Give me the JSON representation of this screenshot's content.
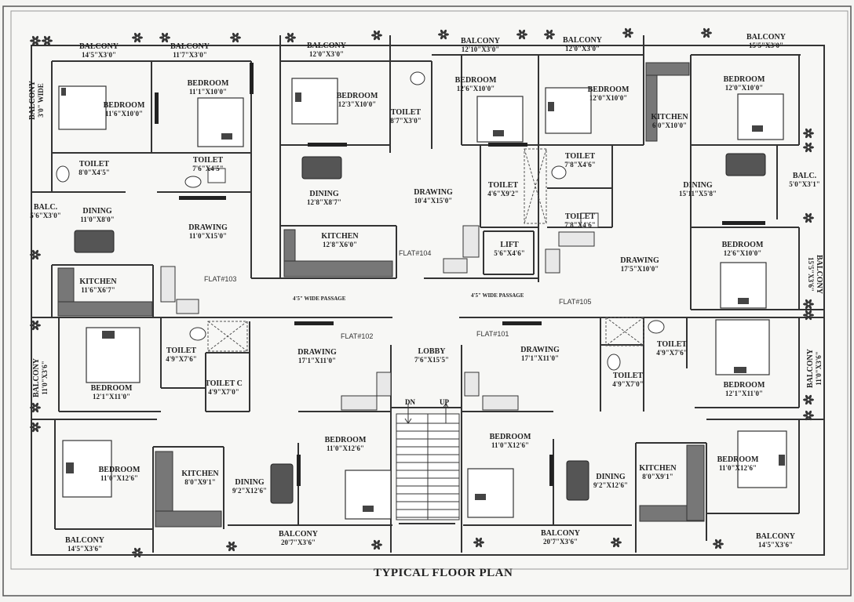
{
  "title": "TYPICAL FLOOR PLAN",
  "flats": [
    "FLAT#103",
    "FLAT#104",
    "FLAT#105",
    "FLAT#102",
    "FLAT#101"
  ],
  "passages": [
    "4'5\" WIDE PASSAGE",
    "4'5\" WIDE PASSAGE"
  ],
  "stairs": {
    "down": "DN",
    "up": "UP"
  },
  "rooms": [
    {
      "name": "BALCONY",
      "dim": "14'5\"X3'0\""
    },
    {
      "name": "BALCONY",
      "dim": "11'7\"X3'0\""
    },
    {
      "name": "BALCONY",
      "dim": "3'0\" WIDE"
    },
    {
      "name": "BEDROOM",
      "dim": "11'6\"X10'0\""
    },
    {
      "name": "BEDROOM",
      "dim": "11'1\"X10'0\""
    },
    {
      "name": "TOILET",
      "dim": "8'0\"X4'5\""
    },
    {
      "name": "TOILET",
      "dim": "7'6\"X4'5\""
    },
    {
      "name": "BALC.",
      "dim": "5'6\"X3'0\""
    },
    {
      "name": "DINING",
      "dim": "11'0\"X8'0\""
    },
    {
      "name": "DRAWING",
      "dim": "11'0\"X15'0\""
    },
    {
      "name": "KITCHEN",
      "dim": "11'6\"X6'7\""
    },
    {
      "name": "BALCONY",
      "dim": "12'0\"X3'0\""
    },
    {
      "name": "BEDROOM",
      "dim": "12'3\"X10'0\""
    },
    {
      "name": "DINING",
      "dim": "12'8\"X8'7\""
    },
    {
      "name": "KITCHEN",
      "dim": "12'8\"X6'0\""
    },
    {
      "name": "TOILET",
      "dim": "8'7\"X3'0\""
    },
    {
      "name": "BALCONY",
      "dim": "12'10\"X3'0\""
    },
    {
      "name": "BEDROOM",
      "dim": "12'6\"X10'0\""
    },
    {
      "name": "DRAWING",
      "dim": "10'4\"X15'0\""
    },
    {
      "name": "TOILET",
      "dim": "4'6\"X9'2\""
    },
    {
      "name": "BALCONY",
      "dim": "12'0\"X3'0\""
    },
    {
      "name": "BEDROOM",
      "dim": "12'0\"X10'0\""
    },
    {
      "name": "TOILET",
      "dim": "7'8\"X4'6\""
    },
    {
      "name": "TOILET",
      "dim": "7'8\"X4'6\""
    },
    {
      "name": "LIFT",
      "dim": "5'6\"X4'6\""
    },
    {
      "name": "KITCHEN",
      "dim": "6'0\"X10'0\""
    },
    {
      "name": "BALCONY",
      "dim": "15'5\"X3'0\""
    },
    {
      "name": "BEDROOM",
      "dim": "12'0\"X10'0\""
    },
    {
      "name": "DINING",
      "dim": "15'11\"X5'8\""
    },
    {
      "name": "BALC.",
      "dim": "5'0\"X3'1\""
    },
    {
      "name": "DRAWING",
      "dim": "17'5\"X10'0\""
    },
    {
      "name": "BEDROOM",
      "dim": "12'6\"X10'0\""
    },
    {
      "name": "BALCONY",
      "dim": "15'5\"X3'6\""
    },
    {
      "name": "BALCONY",
      "dim": "11'0\"X3'6\""
    },
    {
      "name": "BEDROOM",
      "dim": "12'1\"X11'0\""
    },
    {
      "name": "TOILET",
      "dim": "4'9\"X7'6\""
    },
    {
      "name": "TOILET C",
      "dim": "4'9\"X7'0\""
    },
    {
      "name": "DRAWING",
      "dim": "17'1\"X11'0\""
    },
    {
      "name": "LOBBY",
      "dim": "7'6\"X15'5\""
    },
    {
      "name": "DRAWING",
      "dim": "17'1\"X11'0\""
    },
    {
      "name": "TOILET",
      "dim": "4'9\"X7'6\""
    },
    {
      "name": "TOILET",
      "dim": "4'9\"X7'0\""
    },
    {
      "name": "BEDROOM",
      "dim": "12'1\"X11'0\""
    },
    {
      "name": "BALCONY",
      "dim": "11'0\"X3'6\""
    },
    {
      "name": "BEDROOM",
      "dim": "11'0\"X12'6\""
    },
    {
      "name": "KITCHEN",
      "dim": "8'0\"X9'1\""
    },
    {
      "name": "DINING",
      "dim": "9'2\"X12'6\""
    },
    {
      "name": "BEDROOM",
      "dim": "11'0\"X12'6\""
    },
    {
      "name": "BEDROOM",
      "dim": "11'0\"X12'6\""
    },
    {
      "name": "DINING",
      "dim": "9'2\"X12'6\""
    },
    {
      "name": "KITCHEN",
      "dim": "8'0\"X9'1\""
    },
    {
      "name": "BEDROOM",
      "dim": "11'0\"X12'6\""
    },
    {
      "name": "BALCONY",
      "dim": "14'5\"X3'6\""
    },
    {
      "name": "BALCONY",
      "dim": "20'7\"X3'6\""
    },
    {
      "name": "BALCONY",
      "dim": "20'7\"X3'6\""
    },
    {
      "name": "BALCONY",
      "dim": "14'5\"X3'6\""
    }
  ]
}
